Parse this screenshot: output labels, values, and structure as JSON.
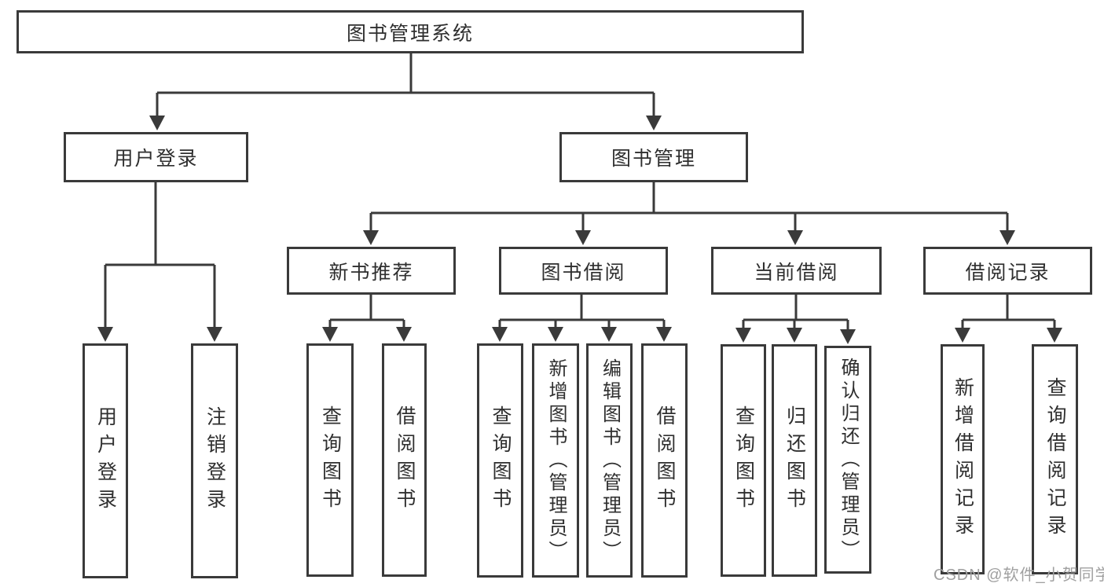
{
  "colors": {
    "line": "#3a3a3a",
    "text": "#2f2f2f",
    "background": "#ffffff",
    "watermark": "#a0a0a0"
  },
  "root": {
    "label": "图书管理系统"
  },
  "level2": [
    {
      "label": "用户登录"
    },
    {
      "label": "图书管理"
    }
  ],
  "level3": [
    {
      "label": "新书推荐"
    },
    {
      "label": "图书借阅"
    },
    {
      "label": "当前借阅"
    },
    {
      "label": "借阅记录"
    }
  ],
  "leafGroups": [
    {
      "parent": "用户登录",
      "children": [
        "用户登录",
        "注销登录"
      ]
    },
    {
      "parent": "新书推荐",
      "children": [
        "查询图书",
        "借阅图书"
      ]
    },
    {
      "parent": "图书借阅",
      "children": [
        "查询图书",
        "新增图书（管理员）",
        "编辑图书（管理员）",
        "借阅图书"
      ]
    },
    {
      "parent": "当前借阅",
      "children": [
        "查询图书",
        "归还图书",
        "确认归还（管理员）"
      ]
    },
    {
      "parent": "借阅记录",
      "children": [
        "新增借阅记录",
        "查询借阅记录"
      ]
    }
  ],
  "watermark": "CSDN @软件_小贺同学"
}
